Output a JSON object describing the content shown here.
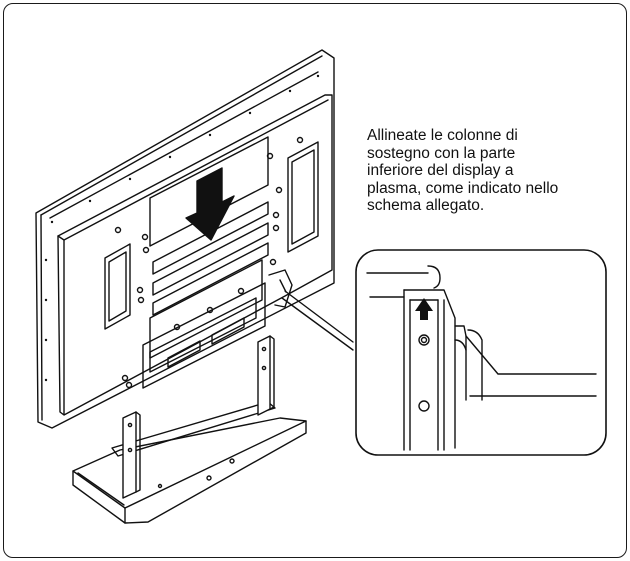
{
  "page": {
    "caption_lines": [
      "Allineate le colonne di",
      "sostegno con la parte",
      "inferiore del display a",
      "plasma, come indicato nello",
      "schema allegato."
    ]
  },
  "illustration": {
    "main": "plasma-display-rear-on-stand",
    "detail": "stand-column-alignment-detail",
    "direction_icon": "down-arrow-icon",
    "detail_icon": "up-arrow-icon"
  }
}
